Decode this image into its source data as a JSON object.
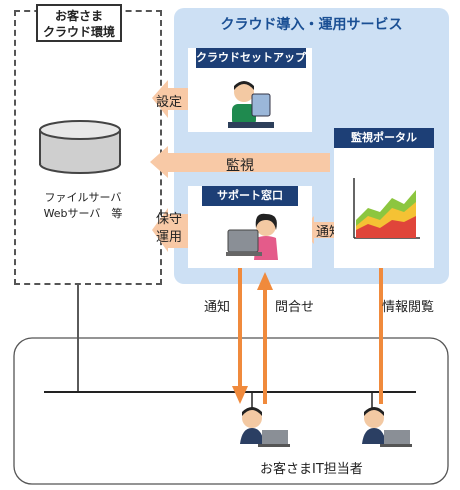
{
  "customer_env": {
    "title_line1": "お客さま",
    "title_line2": "クラウド環境",
    "server_line1": "ファイルサーバ",
    "server_line2": "Webサーバ　等"
  },
  "service": {
    "title": "クラウド導入・運用サービス",
    "setup": {
      "title": "クラウドセットアップ"
    },
    "monitor": {
      "title": "監視ポータル"
    },
    "support": {
      "title": "サポート窓口"
    }
  },
  "arrows": {
    "settei": "設定",
    "kanshi": "監視",
    "hoshu_line1": "保守",
    "hoshu_line2": "運用",
    "tsuchi_right": "通知",
    "tsuchi_down": "通知",
    "toiawase": "問合せ",
    "joho": "情報閲覧"
  },
  "network": {
    "it_person": "お客さまIT担当者"
  },
  "colors": {
    "panel": "#cde0f4",
    "header": "#1d3f76",
    "arrow_light": "#f8c9a6",
    "arrow_dark": "#f08a3c"
  }
}
